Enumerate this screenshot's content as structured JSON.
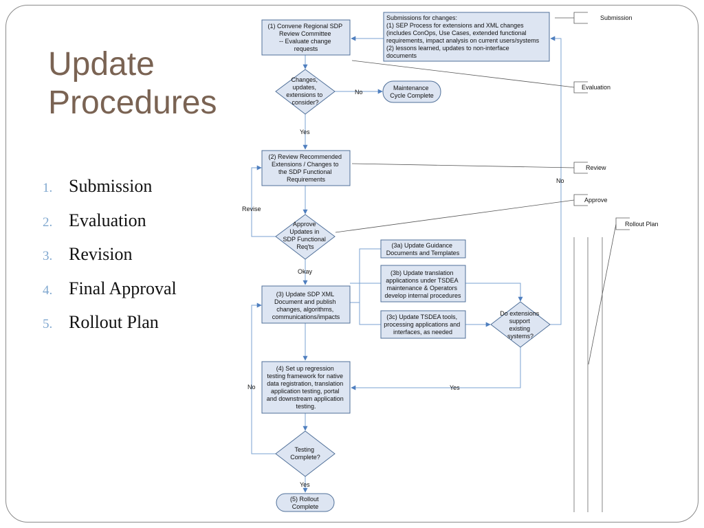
{
  "slide": {
    "title_line1": "Update",
    "title_line2": "Procedures",
    "steps": [
      {
        "num": "1.",
        "label": "Submission"
      },
      {
        "num": "2.",
        "label": "Evaluation"
      },
      {
        "num": "3.",
        "label": "Revision"
      },
      {
        "num": "4.",
        "label": "Final Approval"
      },
      {
        "num": "5.",
        "label": "Rollout Plan"
      }
    ]
  },
  "flowchart": {
    "box1": [
      "(1) Convene Regional SDP",
      "Review Committee",
      "-- Evaluate change",
      "requests"
    ],
    "submissions_note": [
      "Submissions for changes:",
      "(1) SEP Process for extensions and XML changes",
      "(includes ConOps, Use Cases, extended functional",
      "requirements, impact analysis on current users/systems",
      "(2) lessons learned, updates to non-interface",
      "documents"
    ],
    "decision1": [
      "Changes,",
      "updates,",
      "extensions to",
      "consider?"
    ],
    "maintenance": [
      "Maintenance",
      "Cycle Complete"
    ],
    "box2": [
      "(2) Review Recommended",
      "Extensions / Changes to",
      "the SDP Functional",
      "Requirements"
    ],
    "decision2": [
      "Approve",
      "Updates in",
      "SDP Functional",
      "Req'ts"
    ],
    "box3": [
      "(3) Update SDP XML",
      "Document and publish",
      "changes, algorithms,",
      "communications/impacts"
    ],
    "box3a": [
      "(3a) Update Guidance",
      "Documents and Templates"
    ],
    "box3b": [
      "(3b) Update translation",
      "applications under TSDEA",
      "maintenance & Operators",
      "develop internal procedures"
    ],
    "box3c": [
      "(3c) Update TSDEA tools,",
      "processing applications and",
      "interfaces, as needed"
    ],
    "decision3": [
      "Do extensions",
      "support",
      "existing",
      "systems?"
    ],
    "box4": [
      "(4) Set up regression",
      "testing framework for native",
      "data registration, translation",
      "application testing, portal",
      "and downstream application",
      "testing."
    ],
    "decision4": [
      "Testing",
      "Complete?"
    ],
    "rollout": [
      "(5) Rollout",
      "Complete"
    ],
    "labels": {
      "no1": "No",
      "yes1": "Yes",
      "revise": "Revise",
      "okay": "Okay",
      "no_right": "No",
      "yes3": "Yes",
      "no4": "No",
      "yes4": "Yes"
    },
    "callouts": {
      "submission": "Submission",
      "evaluation": "Evaluation",
      "review": "Review",
      "approve": "Approve",
      "rollout_plan": "Rollout Plan"
    }
  }
}
